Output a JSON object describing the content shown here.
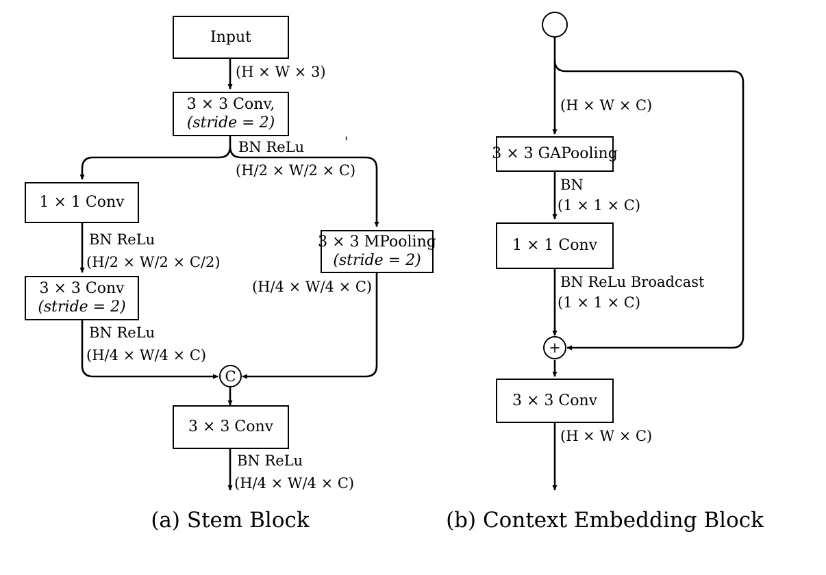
{
  "figure": {
    "title_a": "(a) Stem Block",
    "title_b": "(b) Context Embedding Block"
  },
  "stem_block": {
    "caption": "(a) Stem Block",
    "nodes": {
      "input": {
        "line1": "Input"
      },
      "conv3_stride2": {
        "line1": "3 × 3 Conv,",
        "line2": "(stride = 2)"
      },
      "conv1x1": {
        "line1": "1 × 1 Conv"
      },
      "conv3_stride2_b": {
        "line1": "3 × 3 Conv",
        "line2": "(stride = 2)"
      },
      "mpooling": {
        "line1": "3 × 3 MPooling",
        "line2": "(stride = 2)"
      },
      "concat": {
        "symbol": "C"
      },
      "conv3_out": {
        "line1": "3 × 3 Conv"
      }
    },
    "edges": {
      "input_shape": "(H × W × 3)",
      "after_stem_ops": "BN  ReLu",
      "after_stem_shape": "(H/2 × W/2 × C)",
      "after_conv1_ops": "BN  ReLu",
      "after_conv1_shape": "(H/2 × W/2 × C/2)",
      "after_conv3_ops": "BN  ReLu",
      "after_conv3_shape": "(H/4 × W/4 × C)",
      "after_mpool_shape": "(H/4 × W/4 × C)",
      "output_ops": "BN  ReLu",
      "output_shape": "(H/4 × W/4 × C)",
      "stray_mark": "'"
    }
  },
  "context_embedding_block": {
    "caption": "(b) Context Embedding Block",
    "nodes": {
      "start": {
        "symbol": ""
      },
      "gapooling": {
        "line1": "3 × 3 GAPooling"
      },
      "conv1x1": {
        "line1": "1 × 1 Conv"
      },
      "add": {
        "symbol": "+"
      },
      "conv3x3": {
        "line1": "3 × 3 Conv"
      }
    },
    "edges": {
      "input_shape": "(H × W × C)",
      "after_gap_ops": "BN",
      "after_gap_shape": "(1 × 1 × C)",
      "after_conv1_ops": "BN  ReLu Broadcast",
      "after_conv1_shape": "(1 × 1 × C)",
      "output_shape": "(H × W × C)"
    }
  },
  "style": {
    "stroke": "#000000",
    "fill": "#ffffff"
  }
}
